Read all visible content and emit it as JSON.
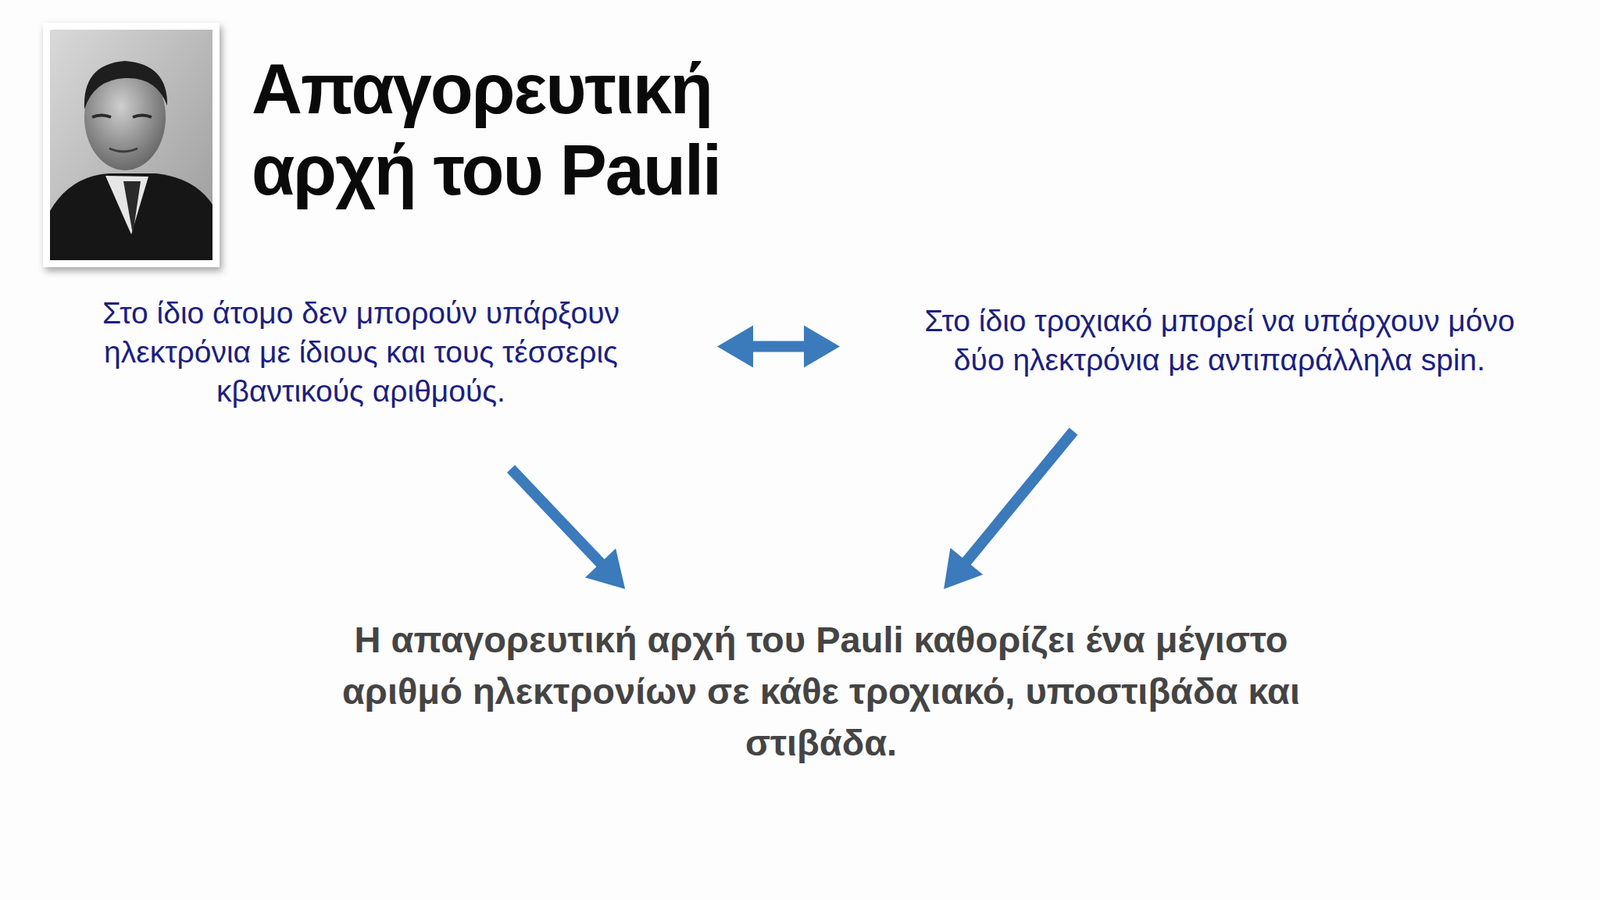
{
  "diagram": {
    "title": "Απαγορευτική αρχή του Pauli",
    "nodes": [
      {
        "text": [
          "Στο ίδιο άτομο δεν μπορούν υπάρξουν ηλεκτρόνια με ίδιους και τους τέσσερις κβαντικούς αριθμούς."
        ]
      },
      {
        "text": [
          "Στο ίδιο τροχιακό μπορεί να υπάρχουν μόνο δύο ηλεκτρόνια με αντιπαράλληλα spin."
        ]
      },
      {
        "text": [
          "Η απαγορευτική αρχή του Pauli καθορίζει ένα μέγιστο αριθμό ηλεκτρονίων σε κάθε τροχιακό, υποστιβάδα και στιβάδα."
        ]
      }
    ],
    "edges": [
      {
        "from": 0,
        "to": 1,
        "arrow": "both"
      },
      {
        "from": 0,
        "to": 2,
        "arrow": "to"
      },
      {
        "from": 1,
        "to": 2,
        "arrow": "to"
      }
    ]
  }
}
